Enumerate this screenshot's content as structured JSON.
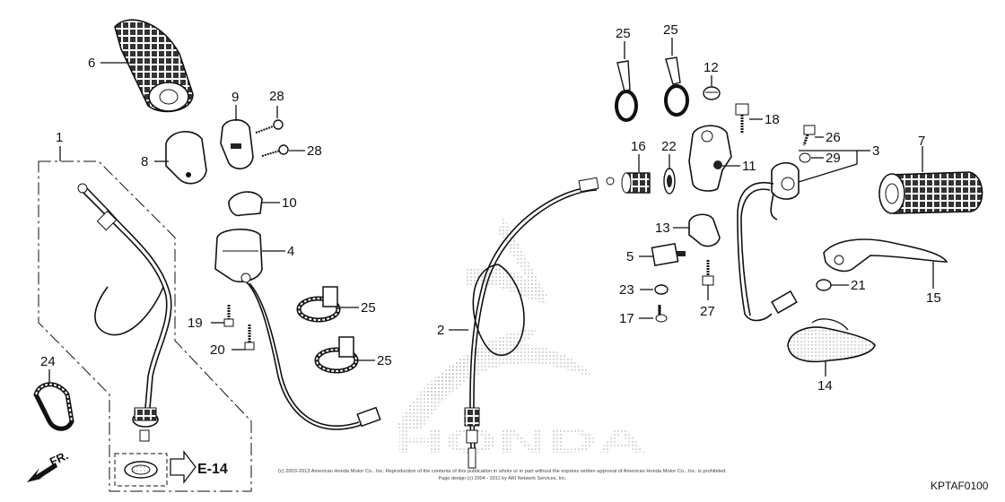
{
  "diagram_code": "KPTAF0100",
  "reference": {
    "label": "E-14"
  },
  "direction": {
    "label": "FR."
  },
  "watermark": {
    "text": "HONDA"
  },
  "copyright": {
    "line1": "(c) 2003-2013 American Honda Motor Co., Inc. Reproduction of the contents of this publication in whole or in part without the express written approval of American Honda Motor Co., Inc. is prohibited.",
    "line2": "Page design (c) 2004 - 2011 by ARI Network Services, Inc."
  },
  "callouts": {
    "c1": "1",
    "c2": "2",
    "c3": "3",
    "c4": "4",
    "c5": "5",
    "c6": "6",
    "c7": "7",
    "c8": "8",
    "c9": "9",
    "c10": "10",
    "c11": "11",
    "c12": "12",
    "c13": "13",
    "c14": "14",
    "c15": "15",
    "c16": "16",
    "c17": "17",
    "c18": "18",
    "c19": "19",
    "c20": "20",
    "c21": "21",
    "c22": "22",
    "c23": "23",
    "c24": "24",
    "c25a": "25",
    "c25b": "25",
    "c25c": "25",
    "c25d": "25",
    "c26": "26",
    "c27": "27",
    "c28a": "28",
    "c28b": "28",
    "c29": "29"
  }
}
